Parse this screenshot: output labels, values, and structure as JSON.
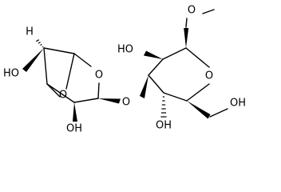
{
  "molecule": {
    "atoms": {
      "hydrogen": "H",
      "ho_bicyclic_left": "HO",
      "o_bicyclic_bridge": "O",
      "o_bicyclic_ring": "O",
      "oh_bicyclic_bottom": "OH",
      "o_glycosidic": "O",
      "ho_pyranose_top": "HO",
      "o_pyranose_ring": "O",
      "oh_pyranose_bottom": "OH",
      "oh_hydroxymethyl": "OH",
      "o_methoxy": "O"
    },
    "colors": {
      "ink": "#000000",
      "background": "#ffffff"
    }
  }
}
